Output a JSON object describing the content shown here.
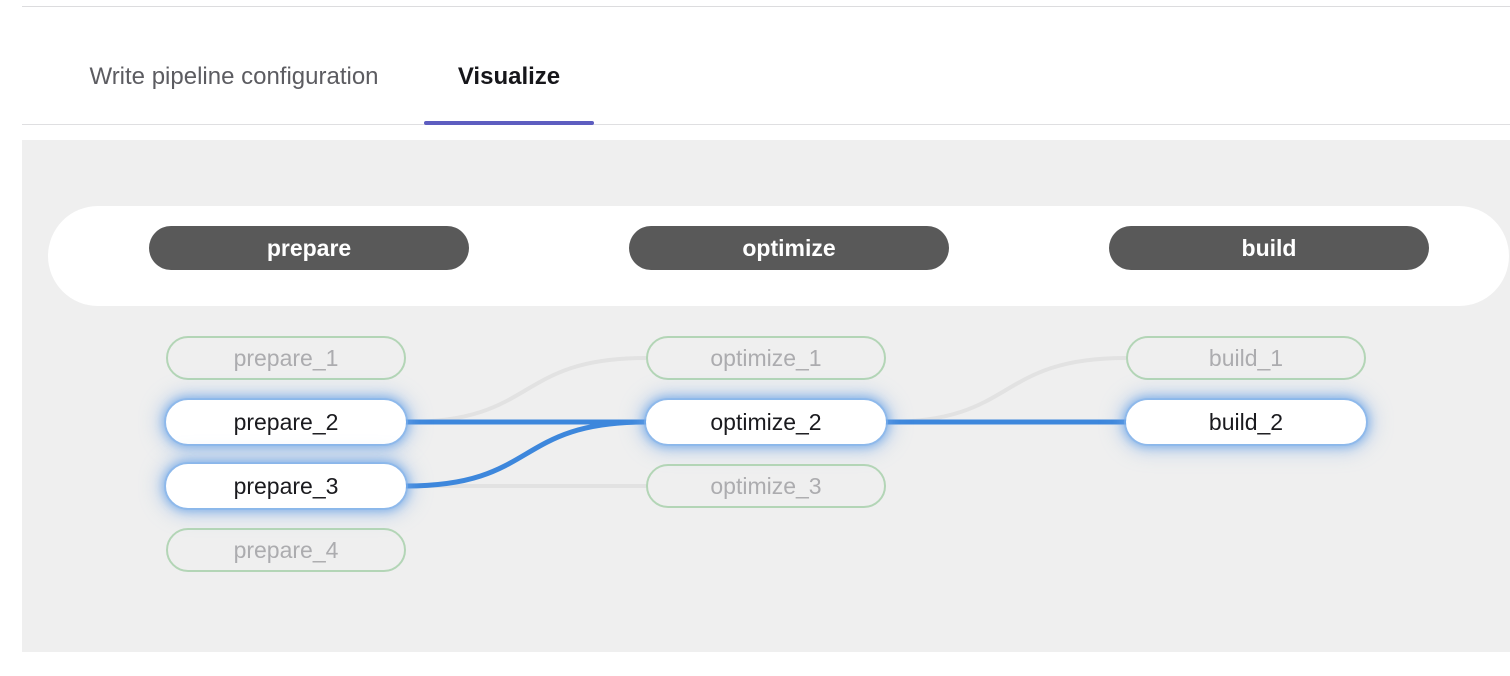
{
  "tabs": [
    {
      "label": "Write pipeline configuration",
      "active": false
    },
    {
      "label": "Visualize",
      "active": true
    }
  ],
  "colors": {
    "tab_accent": "#5d5dc0",
    "canvas_bg": "#efefef",
    "stage_pill_bg": "#595959",
    "node_idle_border": "#b3d5b6",
    "node_idle_text": "#acacaf",
    "node_active_text": "#1a1a1e",
    "edge_active": "#3d87dc",
    "edge_idle": "#e2e2e2",
    "node_glow": "#609ce6"
  },
  "pipeline": {
    "stages": [
      {
        "name": "prepare"
      },
      {
        "name": "optimize"
      },
      {
        "name": "build"
      }
    ],
    "jobs": [
      {
        "name": "prepare_1",
        "stage": "prepare",
        "column": 0,
        "row": 0,
        "state": "idle"
      },
      {
        "name": "prepare_2",
        "stage": "prepare",
        "column": 0,
        "row": 1,
        "state": "active"
      },
      {
        "name": "prepare_3",
        "stage": "prepare",
        "column": 0,
        "row": 2,
        "state": "active"
      },
      {
        "name": "prepare_4",
        "stage": "prepare",
        "column": 0,
        "row": 3,
        "state": "idle"
      },
      {
        "name": "optimize_1",
        "stage": "optimize",
        "column": 1,
        "row": 0,
        "state": "idle"
      },
      {
        "name": "optimize_2",
        "stage": "optimize",
        "column": 1,
        "row": 1,
        "state": "active"
      },
      {
        "name": "optimize_3",
        "stage": "optimize",
        "column": 1,
        "row": 2,
        "state": "idle"
      },
      {
        "name": "build_1",
        "stage": "build",
        "column": 2,
        "row": 0,
        "state": "idle"
      },
      {
        "name": "build_2",
        "stage": "build",
        "column": 2,
        "row": 1,
        "state": "active"
      }
    ],
    "edges": [
      {
        "from": "prepare_2",
        "to": "optimize_1",
        "state": "idle"
      },
      {
        "from": "prepare_2",
        "to": "optimize_2",
        "state": "active"
      },
      {
        "from": "prepare_3",
        "to": "optimize_2",
        "state": "active"
      },
      {
        "from": "prepare_3",
        "to": "optimize_3",
        "state": "idle"
      },
      {
        "from": "optimize_2",
        "to": "build_1",
        "state": "idle"
      },
      {
        "from": "optimize_2",
        "to": "build_2",
        "state": "active"
      }
    ]
  }
}
